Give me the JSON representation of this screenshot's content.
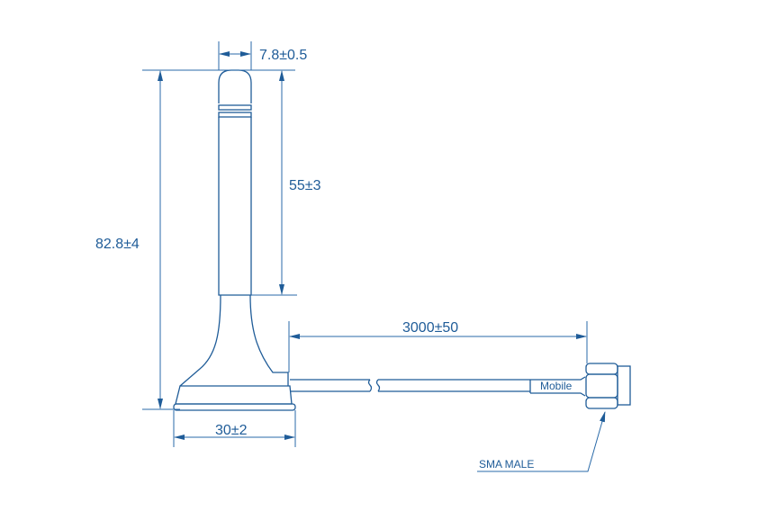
{
  "colors": {
    "line": "#1f5c98"
  },
  "dimensions": {
    "whip_diameter": "7.8±0.5",
    "overall_height": "82.8±4",
    "whip_length": "55±3",
    "base_diameter": "30±2",
    "cable_length": "3000±50"
  },
  "labels": {
    "cable_marking": "Mobile",
    "connector": "SMA MALE"
  }
}
